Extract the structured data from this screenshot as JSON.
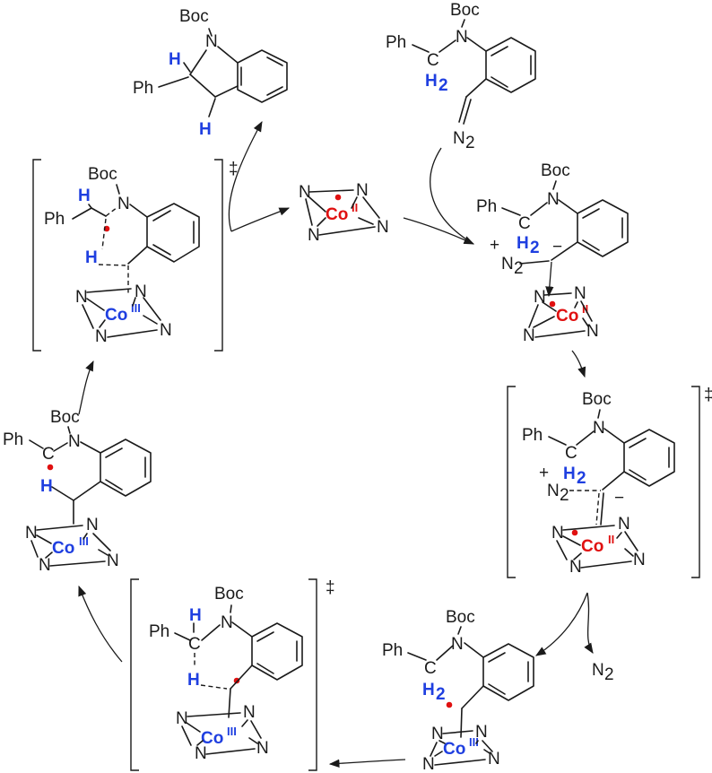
{
  "atoms": {
    "boc": "Boc",
    "n": "N",
    "ph": "Ph",
    "c": "C",
    "h": "H",
    "h2": "H",
    "h2_sub": "2",
    "co": "Co",
    "co_ii": "II",
    "co_iii": "III",
    "n2": "N",
    "n2_sub": "2",
    "plus": "+",
    "minus": "−",
    "dagger": "‡"
  },
  "colors": {
    "ink": "#1a1a1a",
    "hydrogen_blue": "#1f3fe0",
    "cobalt_ii_red": "#e01010",
    "cobalt_iii_blue": "#1f3fe0",
    "radical_dot_red": "#e01010"
  }
}
